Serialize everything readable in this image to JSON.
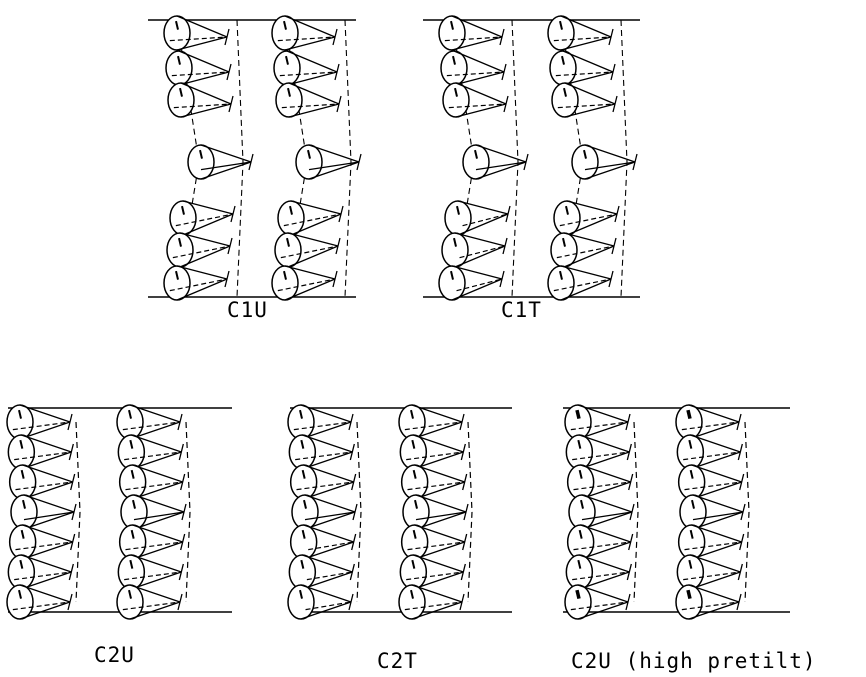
{
  "panels": [
    {
      "id": "c1u",
      "label": "C1U",
      "structure": "C1",
      "uniform_state": true
    },
    {
      "id": "c1t",
      "label": "C1T",
      "structure": "C1",
      "uniform_state": false
    },
    {
      "id": "c2u",
      "label": "C2U",
      "structure": "C2",
      "uniform_state": true
    },
    {
      "id": "c2t",
      "label": "C2T",
      "structure": "C2",
      "uniform_state": false
    },
    {
      "id": "c2u-high",
      "label": "C2U (high pretilt)",
      "structure": "C2",
      "uniform_state": true,
      "thick_pretilt_marks": true
    }
  ],
  "colors": {
    "ink": "#000000",
    "background": "#ffffff"
  },
  "icons": {
    "molecule": "cone-icon",
    "layer": "chevron-layer-icon"
  }
}
